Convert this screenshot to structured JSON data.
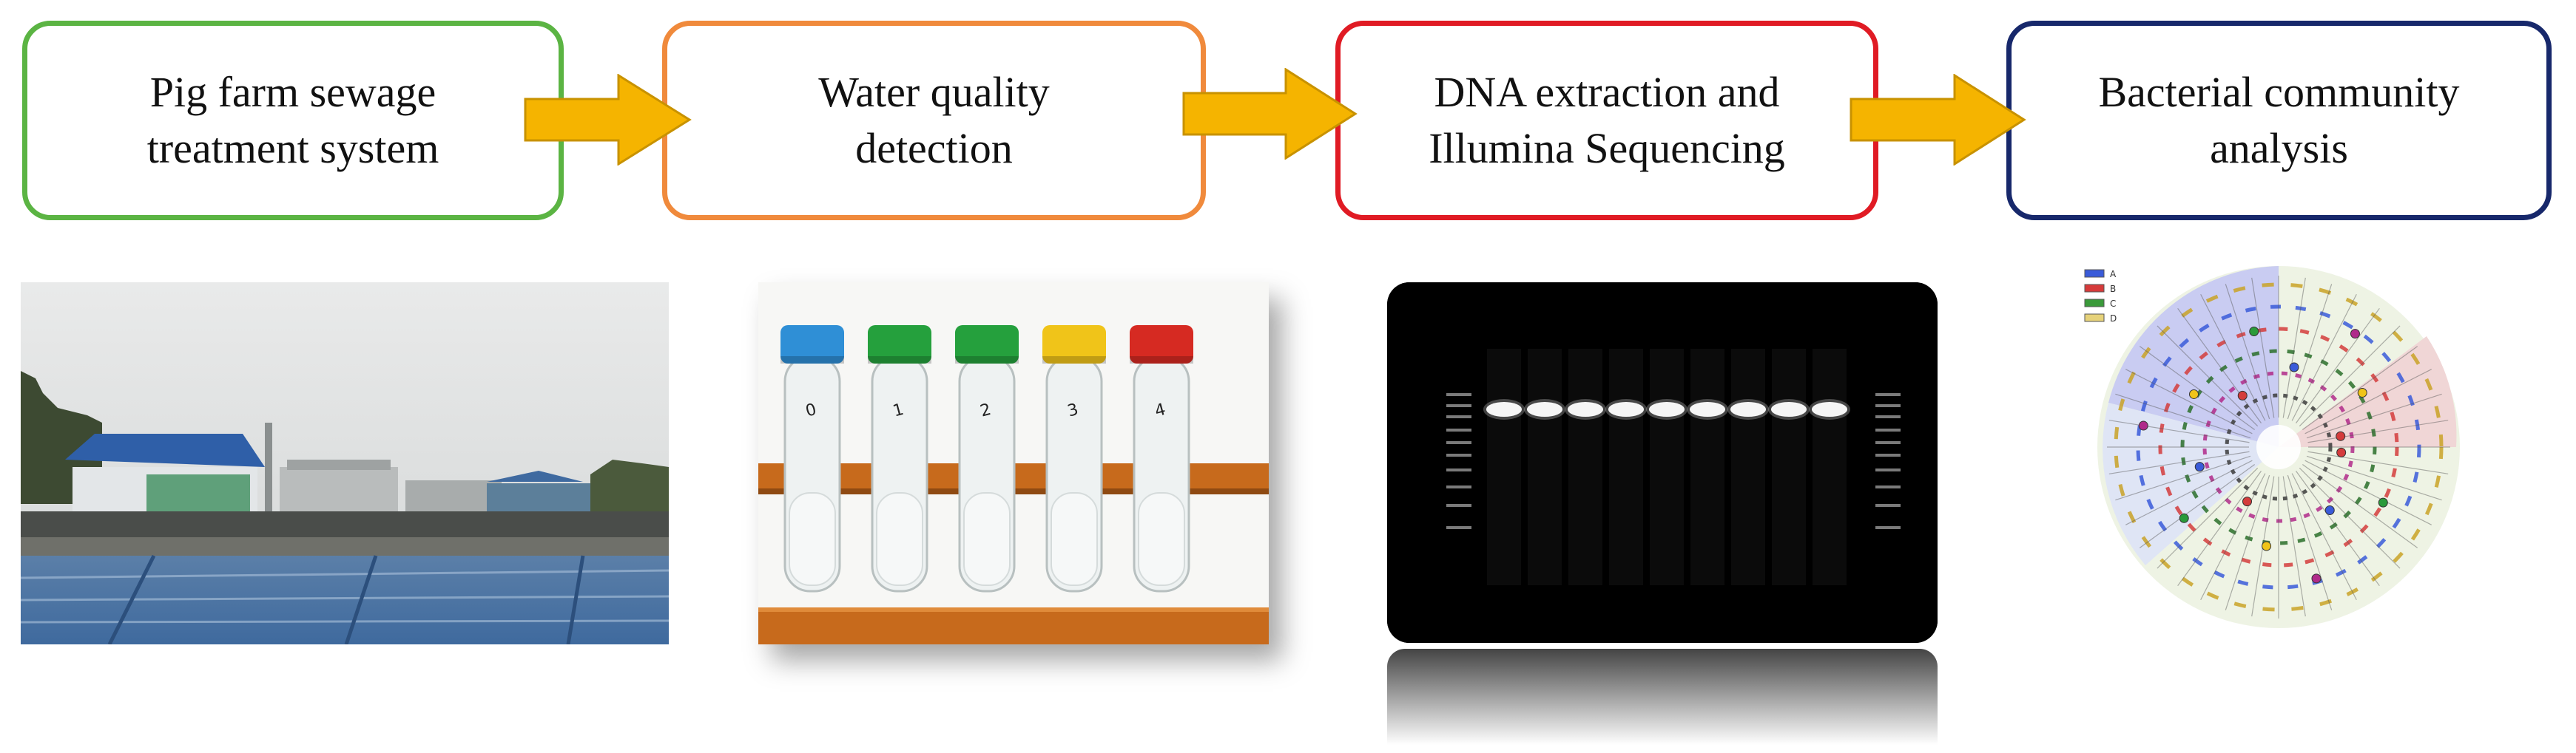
{
  "steps": [
    {
      "line1": "Pig farm sewage",
      "line2": "treatment system",
      "color": "#5bb443"
    },
    {
      "line1": "Water quality",
      "line2": "detection",
      "color": "#f08a3c"
    },
    {
      "line1": "DNA  extraction and",
      "line2": "Illumina Sequencing",
      "color": "#e01b24"
    },
    {
      "line1": "Bacterial community",
      "line2": "analysis",
      "color": "#17286b"
    }
  ],
  "arrow_color": "#f5b400",
  "tubes": {
    "labels": [
      "0",
      "1",
      "2",
      "3",
      "4"
    ],
    "cap_colors": [
      "#2f8fd6",
      "#25a03d",
      "#25a03d",
      "#f0c419",
      "#d62a22"
    ]
  },
  "tree_legend": [
    {
      "label": "A",
      "color": "#3a5bd9"
    },
    {
      "label": "B",
      "color": "#d63a3a"
    },
    {
      "label": "C",
      "color": "#3a9a3a"
    },
    {
      "label": "D",
      "color": "#e6d27a"
    }
  ]
}
